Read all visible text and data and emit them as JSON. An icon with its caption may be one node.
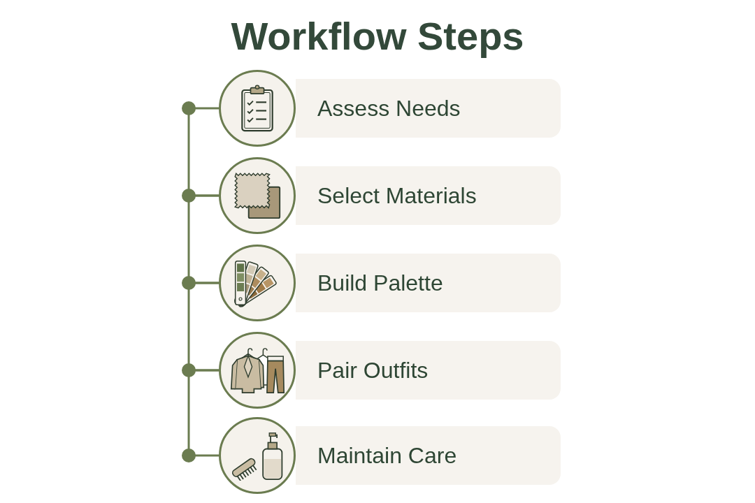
{
  "diagram": {
    "title": "Workflow Steps",
    "nodes": [
      {
        "text": [],
        "shape": "picture"
      },
      {
        "text": [
          "Assess Needs"
        ]
      },
      {
        "text": [],
        "shape": "picture"
      },
      {
        "text": [
          "Select Materials"
        ]
      },
      {
        "text": [],
        "shape": "picture"
      },
      {
        "text": [
          "Build Palette"
        ]
      },
      {
        "text": [],
        "shape": "picture"
      },
      {
        "text": [
          "Pair Outfits"
        ]
      },
      {
        "text": [],
        "shape": "picture"
      },
      {
        "text": [
          "Maintain Care"
        ]
      }
    ],
    "edges": [
      {
        "from": 0,
        "to": 2,
        "arrow": "none"
      },
      {
        "from": 2,
        "to": 4,
        "arrow": "none"
      },
      {
        "from": 4,
        "to": 6,
        "arrow": "none"
      },
      {
        "from": 6,
        "to": 8,
        "arrow": "none"
      }
    ]
  }
}
